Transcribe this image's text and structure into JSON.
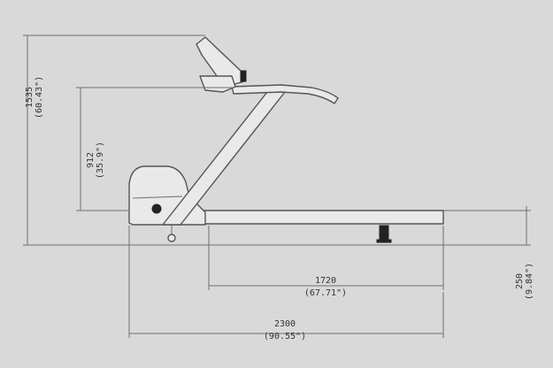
{
  "dimensions": {
    "total_height": {
      "mm": "1535",
      "inch": "(60.43\")"
    },
    "handrail_height": {
      "mm": "912",
      "inch": "(35.9\")"
    },
    "deck_length": {
      "mm": "1720",
      "inch": "(67.71\")"
    },
    "overall_length": {
      "mm": "2300",
      "inch": "(90.55\")"
    },
    "deck_height": {
      "mm": "250",
      "inch": "(9.84\")"
    }
  },
  "colors": {
    "background": "#d9d9d9",
    "line": "#6e6e6e",
    "part_fill": "#e9e9e9"
  }
}
